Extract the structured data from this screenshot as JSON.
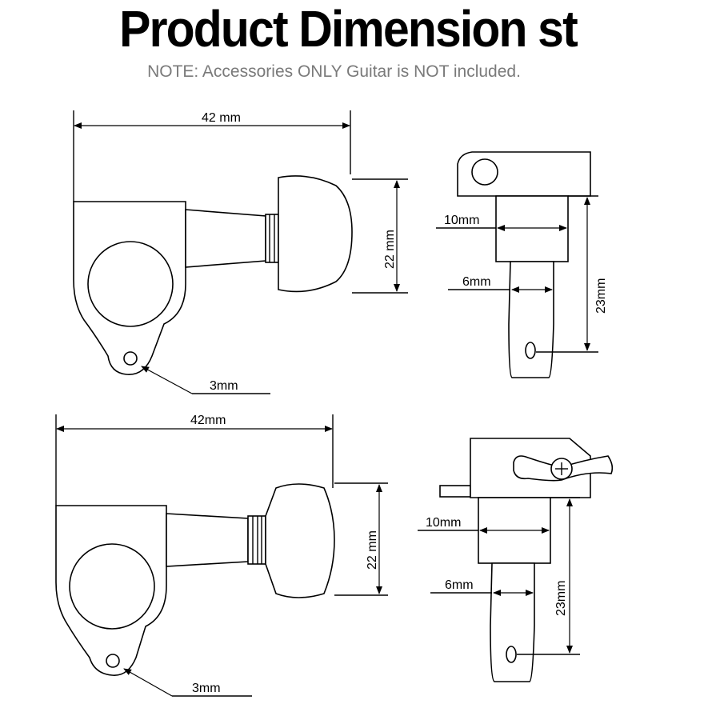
{
  "header": {
    "title": "Product Dimension st",
    "note": "NOTE: Accessories ONLY Guitar is NOT included."
  },
  "top_side": {
    "length": "42 mm",
    "knob_height": "22 mm",
    "hole": "3mm"
  },
  "top_front": {
    "bushing": "10mm",
    "post": "6mm",
    "height": "23mm"
  },
  "bottom_side": {
    "length": "42mm",
    "knob_height": "22 mm",
    "hole": "3mm"
  },
  "bottom_front": {
    "bushing": "10mm",
    "post": "6mm",
    "height": "23mm"
  }
}
